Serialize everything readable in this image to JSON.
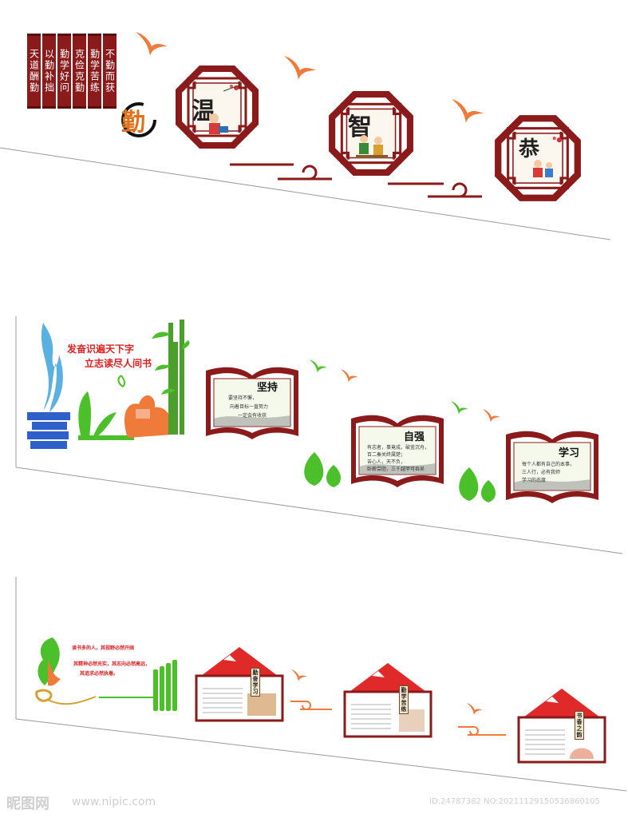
{
  "section1": {
    "couplets": [
      "天道酬勤",
      "以勤补拙",
      "勤学好问",
      "克俭克勤",
      "勤学苦练",
      "不勤而获"
    ],
    "seal_char": "勤",
    "frames": [
      {
        "char": "温",
        "icon": "child-reading-icon"
      },
      {
        "char": "智",
        "icon": "two-children-icon"
      },
      {
        "char": "恭",
        "icon": "bowing-child-icon"
      }
    ]
  },
  "section2": {
    "slogan_line1": "发奋识遍天下字",
    "slogan_line2": "立志读尽人间书",
    "books": [
      {
        "title": "坚持",
        "lines": [
          "要坚持不懈，",
          "向着目标一直努力",
          "一定会有收获"
        ]
      },
      {
        "title": "自强",
        "lines": [
          "有志者，事竟成，破釜沉舟，",
          "百二秦关终属楚；",
          "苦心人，天不负，",
          "卧薪尝胆，三千越甲可吞吴"
        ]
      },
      {
        "title": "学习",
        "lines": [
          "每个人都有自己的本事，",
          "三人行，必有我师",
          "学习的态度"
        ]
      }
    ]
  },
  "section3": {
    "quote_lines": [
      "读书多的人，其视野必然开阔",
      "其精神必然充实，其志向必然高远，",
      "其追求必然执着。"
    ],
    "houses": [
      {
        "title": "勤奋学习"
      },
      {
        "title": "勤学苦练"
      },
      {
        "title": "书香之韵"
      }
    ]
  },
  "watermark": {
    "logo": "昵图网",
    "url": "www.nipic.com",
    "id_text": "ID:24787382 NO:20211129150536860105"
  },
  "colors": {
    "frame_red": "#8b1a1a",
    "roof_red": "#e02a2a",
    "swallow_orange": "#f07a3a",
    "leaf_green": "#4cc02a",
    "bamboo_green": "#4aa02a",
    "stack_blue": "#2f5fc8"
  }
}
